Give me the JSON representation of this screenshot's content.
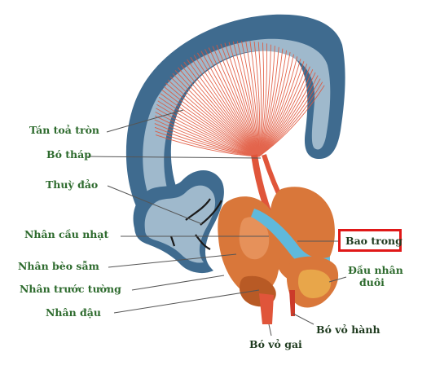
{
  "labels": {
    "tan_toa_tron": "Tán toả tròn",
    "bo_thap": "Bó tháp",
    "thuy_dao": "Thuỳ đảo",
    "nhan_cau_nhat": "Nhân cầu nhạt",
    "nhan_beo_sam": "Nhân bèo sẫm",
    "nhan_truoc_tuong": "Nhân trước tường",
    "nhan_dau": "Nhân đậu",
    "bao_trong": "Bao trong",
    "dau_nhan_duoi_1": "Đầu nhân",
    "dau_nhan_duoi_2": "đuôi",
    "bo_vo_hanh": "Bó vỏ hành",
    "bo_vo_gai": "Bó vỏ gai"
  },
  "colors": {
    "cortex_outer": "#3f6b8f",
    "cortex_inner": "#9fb9cc",
    "fibers": "#e0553a",
    "nucleus": "#d9773a",
    "nucleus_dark": "#b85a25",
    "capsule": "#5fb9dc",
    "label_text": "#2e6b2e",
    "highlight_box": "#e01818"
  }
}
